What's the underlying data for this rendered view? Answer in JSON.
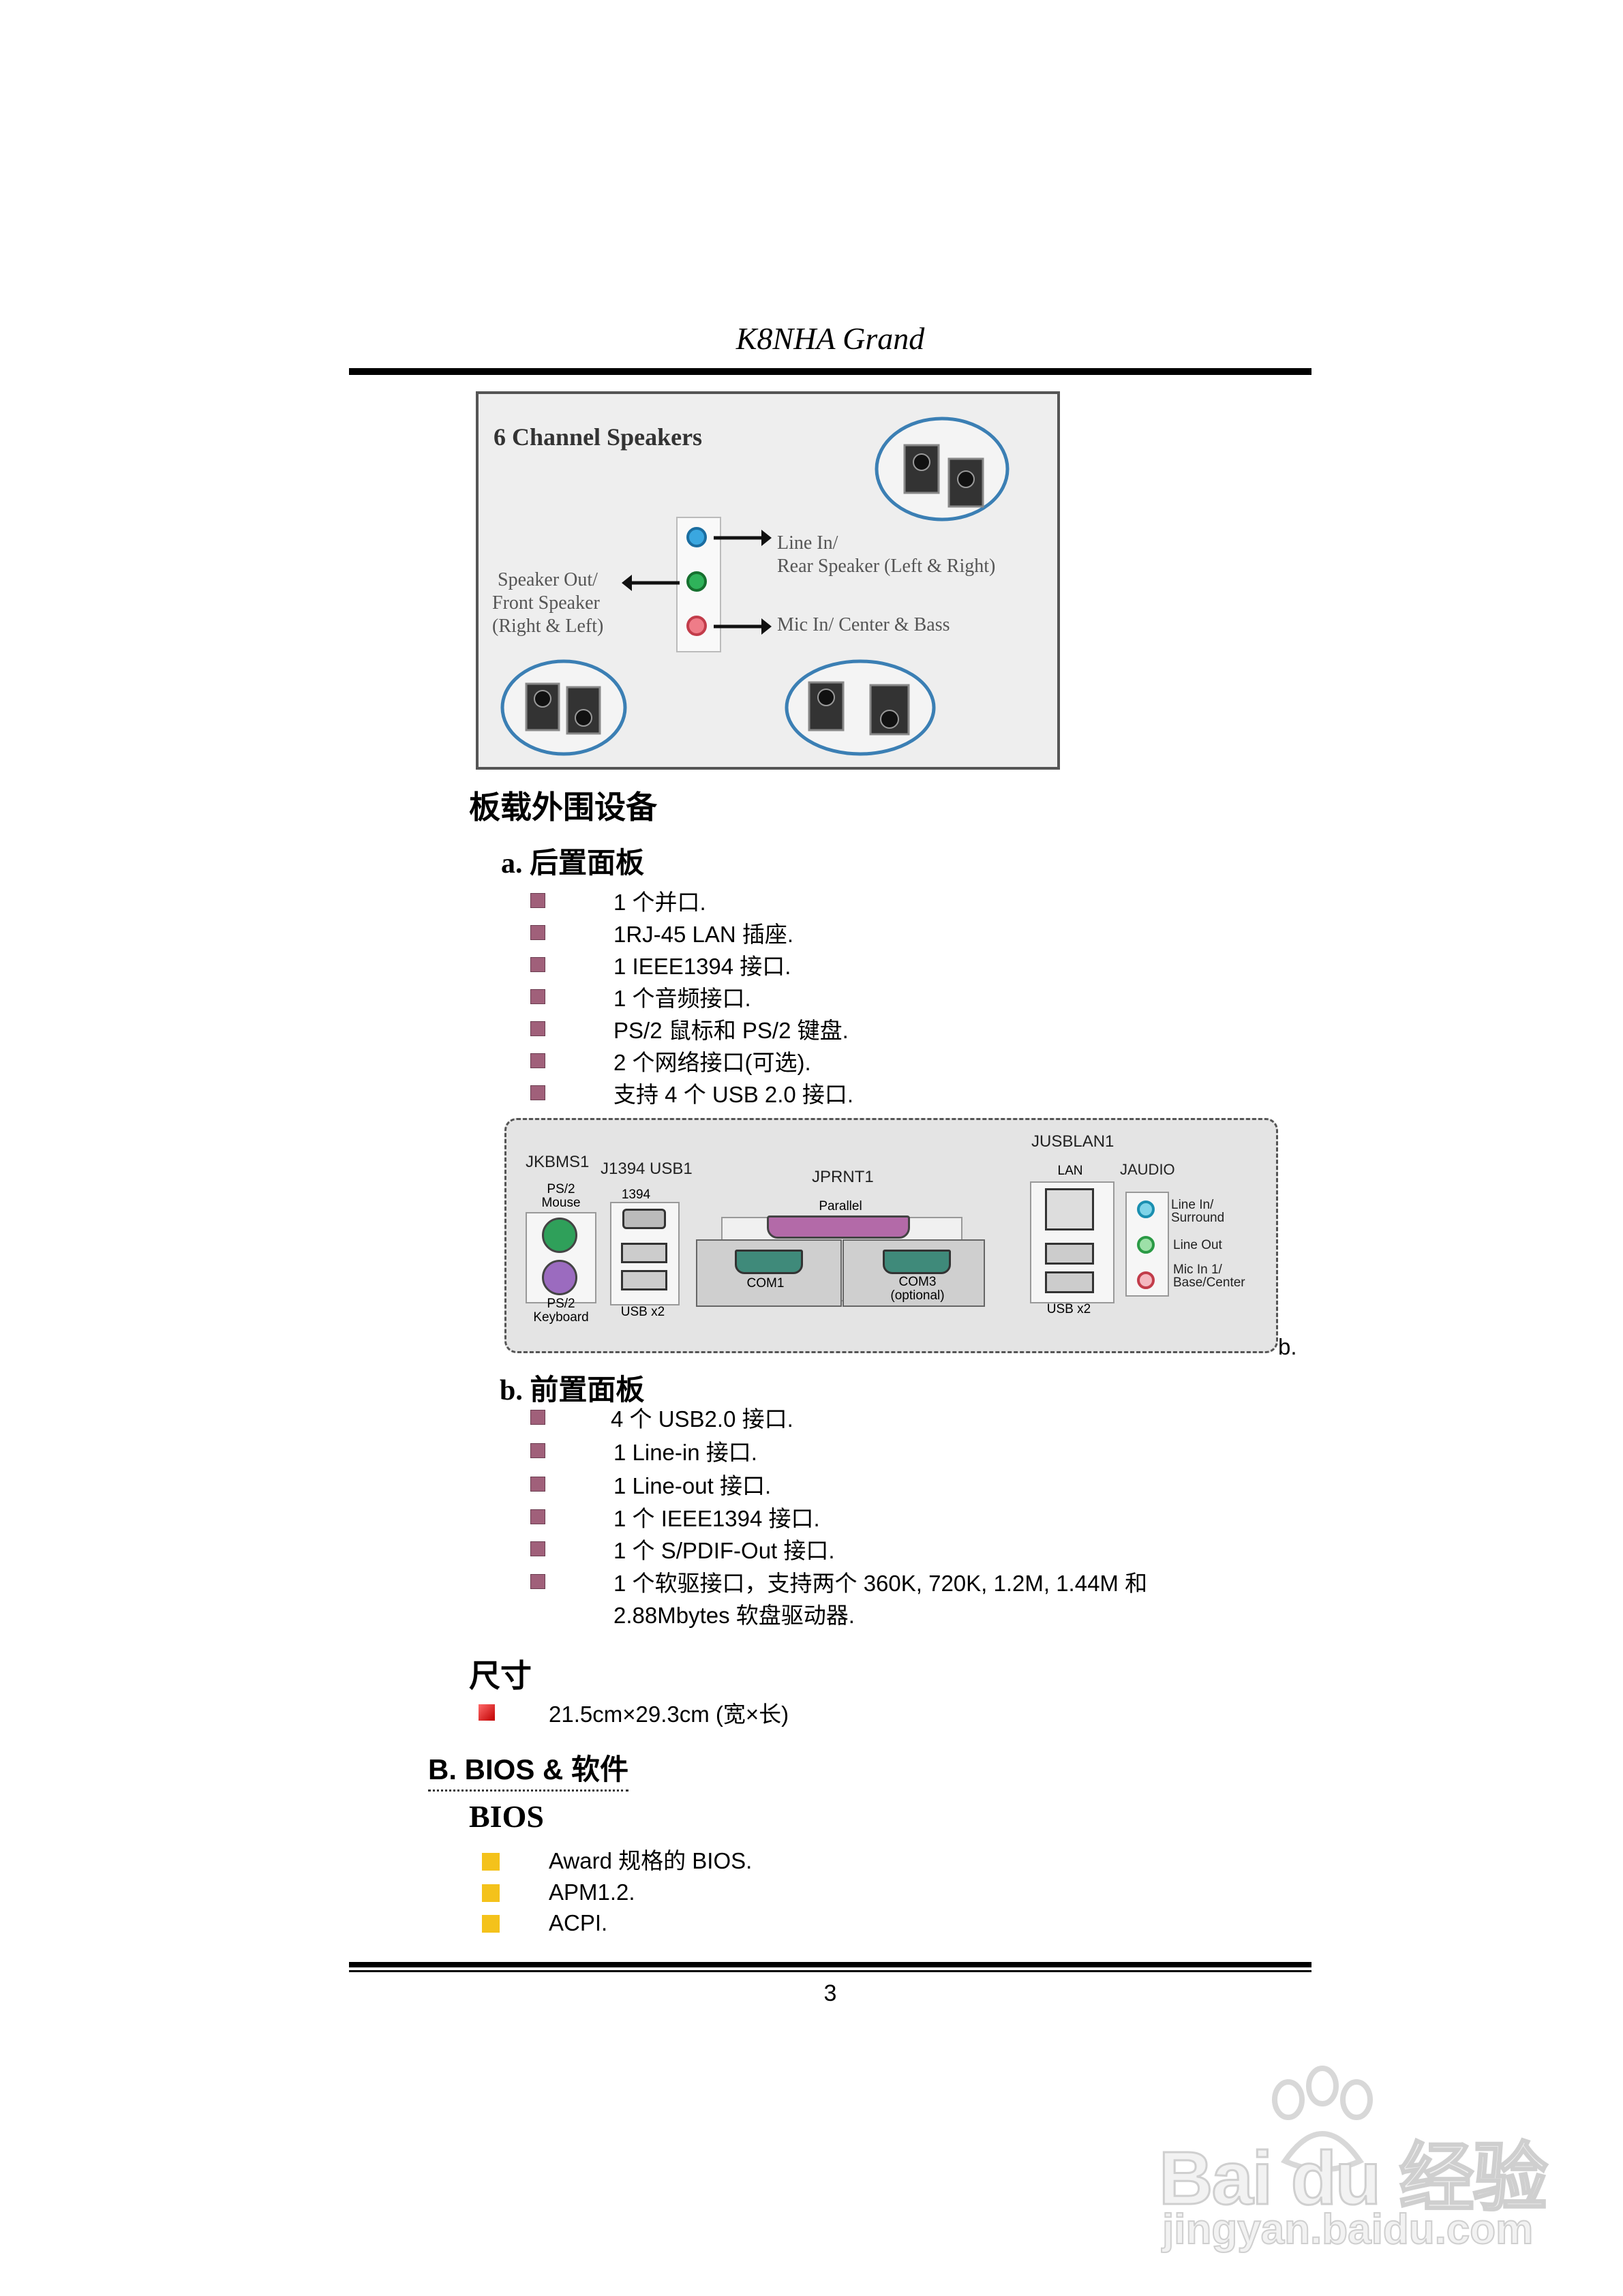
{
  "header": {
    "title": "K8NHA Grand"
  },
  "speaker_figure": {
    "title": "6 Channel Speakers",
    "line_in_label": "Line In/",
    "line_in_label2": "Rear Speaker (Left & Right)",
    "mic_label": "Mic In/ Center & Bass",
    "speaker_out_1": "Speaker Out/",
    "speaker_out_2": "Front Speaker",
    "speaker_out_3": "(Right & Left)"
  },
  "onboard": {
    "heading": "板载外围设备",
    "rear": {
      "heading": "a.  后置面板",
      "items": [
        "1 个并口.",
        "1RJ-45 LAN   插座.",
        "1 IEEE1394 接口.",
        "1 个音频接口.",
        "PS/2 鼠标和 PS/2 键盘.",
        "2 个网络接口(可选).",
        "支持 4 个 USB 2.0 接口."
      ]
    },
    "panel": {
      "kbms": "JKBMS1",
      "ps2_mouse": "PS/2\nMouse",
      "ps2_keyboard": "PS/2\nKeyboard",
      "j1394": "J1394  USB1",
      "p1394": "1394",
      "usb_left": "USB x2",
      "jprnt": "JPRNT1",
      "parallel": "Parallel",
      "com1": "COM1",
      "com3": "COM3\n(optional)",
      "jusblan": "JUSBLAN1",
      "lan": "LAN",
      "usb_right": "USB x2",
      "jaudio": "JAUDIO",
      "line_in": "Line In/\nSurround",
      "line_out": "Line Out",
      "mic_in": "Mic In 1/\nBase/Center",
      "side_b": "b."
    },
    "front": {
      "heading": "b. 前置面板",
      "items": [
        "4 个 USB2.0 接口.",
        "1 Line-in  接口.",
        "1 Line-out  接口.",
        "1   个 IEEE1394   接口.",
        "1 个 S/PDIF-Out 接口.",
        "1   个软驱接口，支持两个 360K, 720K, 1.2M,  1.44M 和",
        "2.88Mbytes 软盘驱动器."
      ]
    }
  },
  "size": {
    "heading": "尺寸",
    "value": "21.5cm×29.3cm (宽×长)"
  },
  "bios_section": {
    "heading": "B. BIOS & 软件",
    "sub_heading": "BIOS",
    "items": [
      "Award 规格的 BIOS.",
      "APM1.2.",
      "ACPI."
    ]
  },
  "page_number": "3",
  "watermark": {
    "brand": "Bai du 经验",
    "url": "jingyan.baidu.com"
  }
}
